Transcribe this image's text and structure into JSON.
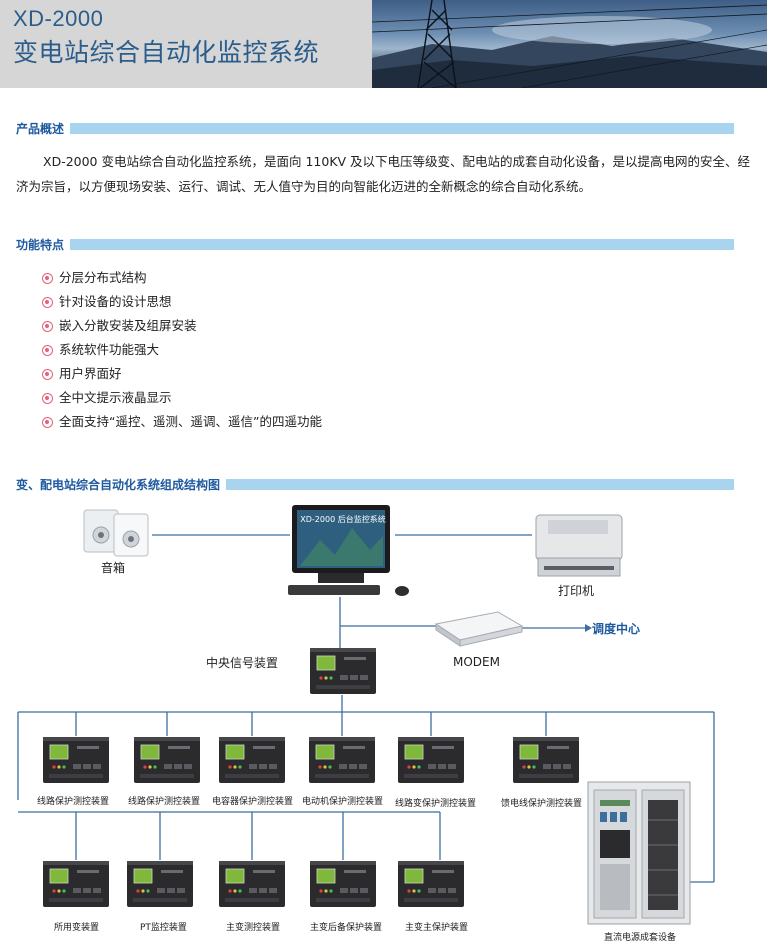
{
  "header": {
    "model": "XD-2000",
    "title": "变电站综合自动化监控系统"
  },
  "overview": {
    "heading": "产品概述",
    "text": "XD-2000 变电站综合自动化监控系统，是面向 110KV 及以下电压等级变、配电站的成套自动化设备，是以提高电网的安全、经济为宗旨，以方便现场安装、运行、调试、无人值守为目的向智能化迈进的全新概念的综合自动化系统。"
  },
  "features": {
    "heading": "功能特点",
    "items": [
      "分层分布式结构",
      "针对设备的设计思想",
      "嵌入分散安装及组屏安装",
      "系统软件功能强大",
      "用户界面好",
      "全中文提示液晶显示",
      "全面支持“遥控、遥测、遥调、遥信”的四遥功能"
    ]
  },
  "diagram": {
    "heading": "变、配电站综合自动化系统组成结构图",
    "speaker": "音箱",
    "monitor_title": "XD-2000 后台监控系统",
    "printer": "打印机",
    "modem": "MODEM",
    "dispatch": "调度中心",
    "central": "中央信号装置",
    "row1": [
      "线路保护测控装置",
      "线路保护测控装置",
      "电容器保护测控装置",
      "电动机保护测控装置",
      "线路变保护测控装置",
      "馈电线保护测控装置"
    ],
    "row2": [
      "所用变装置",
      "PT监控装置",
      "主变测控装置",
      "主变后备保护装置",
      "主变主保护装置"
    ],
    "dc_cabinet": "直流电源成套设备"
  },
  "colors": {
    "accent": "#2a5d8c",
    "heading": "#1f5aa0",
    "bar": "#a9d4f0",
    "bullet": "#e2627e",
    "line": "#3c6e9e"
  }
}
